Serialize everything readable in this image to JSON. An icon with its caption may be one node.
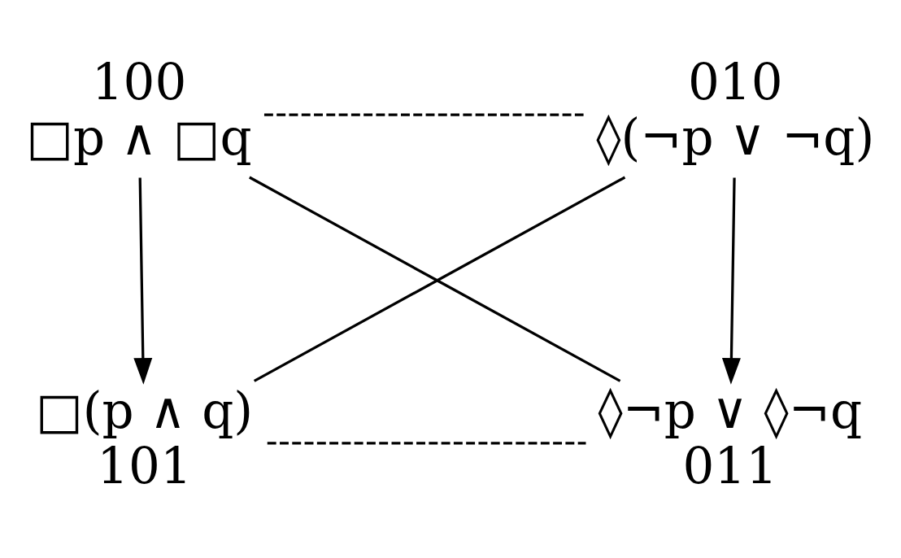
{
  "diagram": {
    "nodes": [
      {
        "text": [
          "100",
          "□p ∧ □q"
        ]
      },
      {
        "text": [
          "010",
          "◊(¬p ∨ ¬q)"
        ]
      },
      {
        "text": [
          "□(p ∧ q)",
          "101"
        ]
      },
      {
        "text": [
          "◊¬p ∨ ◊¬q",
          "011"
        ]
      }
    ],
    "edges": [
      {
        "from": 0,
        "to": 1,
        "arrow": "none",
        "style": "dashed"
      },
      {
        "from": 0,
        "to": 2,
        "arrow": "to"
      },
      {
        "from": 0,
        "to": 3,
        "arrow": "none"
      },
      {
        "from": 1,
        "to": 2,
        "arrow": "none"
      },
      {
        "from": 1,
        "to": 3,
        "arrow": "to"
      },
      {
        "from": 2,
        "to": 3,
        "arrow": "none",
        "style": "dashed"
      }
    ]
  }
}
